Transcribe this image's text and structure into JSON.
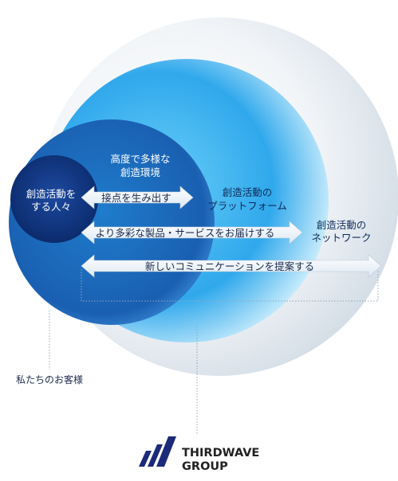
{
  "core": {
    "line1": "創造活動を",
    "line2": "する人々"
  },
  "environment": {
    "line1": "高度で多様な",
    "line2": "創造環境"
  },
  "platform": {
    "line1": "創造活動の",
    "line2": "プラットフォーム"
  },
  "network": {
    "line1": "創造活動の",
    "line2": "ネットワーク"
  },
  "arrows": {
    "a1": "接点を生み出す",
    "a2": "より多彩な製品・サービスをお届けする",
    "a3": "新しいコミュニケーションを提案する"
  },
  "customers": "私たちのお客様",
  "brand": {
    "line1": "THIRDWAVE",
    "line2": "GROUP"
  },
  "colors": {
    "core": "#0d2f78",
    "ring2": "#1a64b8",
    "ring3": "#2aa6ea",
    "outer": "#e6edf4",
    "logo": "#1c2a7a"
  }
}
